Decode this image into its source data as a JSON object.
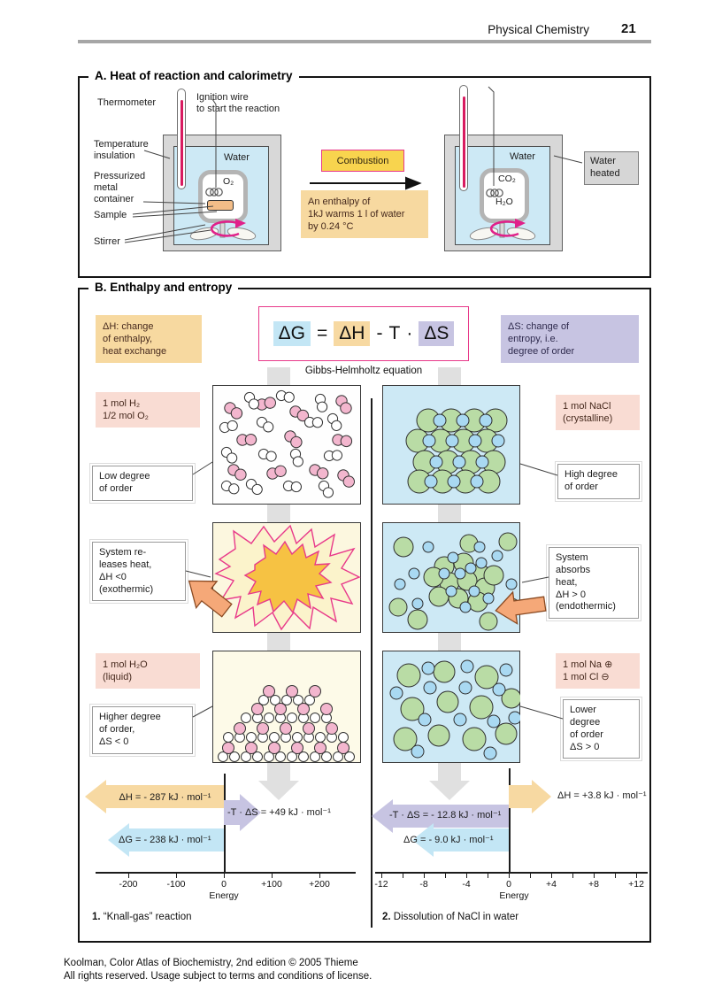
{
  "header": {
    "title": "Physical Chemistry",
    "page_number": "21"
  },
  "panel_a": {
    "title": "A. Heat of reaction and calorimetry",
    "thermometer_label": "Thermometer",
    "ignition_label": "Ignition wire\nto start the reaction",
    "insulation_label": "Temperature\ninsulation",
    "container_label": "Pressurized\nmetal\ncontainer",
    "sample_label": "Sample",
    "stirrer_label": "Stirrer",
    "water_left": "Water",
    "o2": "O₂",
    "combustion": "Combustion",
    "enthalpy_note": "An enthalpy of\n1kJ warms 1 l of water\nby 0.24 °C",
    "water_right": "Water",
    "co2": "CO₂",
    "h2o": "H₂O",
    "water_heated": "Water\nheated"
  },
  "panel_b": {
    "title": "B. Enthalpy and entropy",
    "dh_note": "ΔH: change\nof enthalpy,\nheat exchange",
    "ds_note": "ΔS: change of\nentropy, i.e.\ndegree of order",
    "equation": {
      "dg": "ΔG",
      "eq": "=",
      "dh": "ΔH",
      "minus": "-",
      "t": "T",
      "dot": "·",
      "ds": "ΔS"
    },
    "equation_caption": "Gibbs-Helmholtz equation",
    "left": {
      "reactants": "1 mol H₂\n1/2 mol O₂",
      "low_order": "Low degree\nof order",
      "releases": "System re-\nleases heat,\nΔH <0\n(exothermic)",
      "product": "1 mol H₂O\n(liquid)",
      "higher_order": "Higher degree\nof order,\nΔS < 0",
      "dh_value": "ΔH = - 287 kJ · mol⁻¹",
      "tds_value": "-T · ΔS = +49 kJ · mol⁻¹",
      "dg_value": "ΔG = - 238 kJ · mol⁻¹",
      "axis_ticks": [
        "-200",
        "-100",
        "0",
        "+100",
        "+200"
      ],
      "axis_label": "Energy",
      "caption_number": "1.",
      "caption": "“Knall-gas” reaction"
    },
    "right": {
      "reactant": "1 mol NaCl\n(crystalline)",
      "high_order": "High degree\nof order",
      "absorbs": "System\nabsorbs\nheat,\nΔH > 0\n(endothermic)",
      "products": "1 mol Na ⊕\n1 mol Cl ⊖",
      "lower_order": "Lower\ndegree\nof order\nΔS > 0",
      "dh_value": "ΔH = +3.8 kJ · mol⁻¹",
      "tds_value": "-T · ΔS = - 12.8 kJ · mol⁻¹",
      "dg_value": "ΔG = - 9.0 kJ · mol⁻¹",
      "axis_ticks": [
        "-12",
        "-8",
        "-4",
        "0",
        "+4",
        "+8",
        "+12"
      ],
      "axis_label": "Energy",
      "caption_number": "2.",
      "caption": "Dissolution of NaCl in water"
    }
  },
  "footer": {
    "line1": "Koolman, Color Atlas of Biochemistry, 2nd edition © 2005 Thieme",
    "line2": "All rights reserved. Usage subject to terms and conditions of license."
  },
  "colors": {
    "accent_pink": "#e8398a",
    "box_pink": "#f9dcd3",
    "box_tan": "#f7d9a0",
    "box_lavender": "#c7c4e2",
    "combustion_yellow": "#f8d44e",
    "highlight_blue": "#c3e6f5",
    "water_blue": "#cde9f5",
    "arrow_gray": "#e0e0e0",
    "heat_orange": "#f5a878",
    "stirrer_magenta": "#e0218a"
  }
}
